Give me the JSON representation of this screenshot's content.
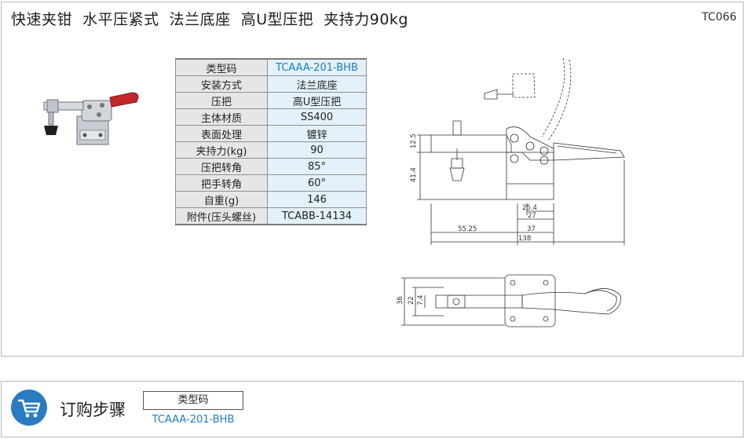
{
  "header": {
    "title": "快速夹钳  水平压紧式  法兰底座  高U型压把  夹持力90kg",
    "code": "TC066"
  },
  "spec_table": [
    {
      "key": "类型码",
      "value": "TCAAA-201-BHB"
    },
    {
      "key": "安装方式",
      "value": "法兰底座"
    },
    {
      "key": "压把",
      "value": "高U型压把"
    },
    {
      "key": "主体材质",
      "value": "SS400"
    },
    {
      "key": "表面处理",
      "value": "镀锌"
    },
    {
      "key": "夹持力(kg)",
      "value": "90"
    },
    {
      "key": "压把转角",
      "value": "85°"
    },
    {
      "key": "把手转角",
      "value": "60°"
    },
    {
      "key": "自重(g)",
      "value": "146"
    },
    {
      "key": "附件(压头螺丝)",
      "value": "TCABB-14134"
    }
  ],
  "drawing": {
    "dims": {
      "d12_5": "12.5",
      "d41_4": "41.4",
      "d25_4": "25.4",
      "d27": "27",
      "d55_25": "55.25",
      "d37": "37",
      "d138": "138",
      "d36": "36",
      "d22": "22",
      "d7_4": "7.4"
    }
  },
  "order": {
    "title": "订购步骤",
    "box_label": "类型码",
    "code": "TCAAA-201-BHB",
    "icon": "shopping-cart-icon"
  },
  "colors": {
    "accent": "#2a7cc1",
    "link": "#1a7fc4",
    "handle": "#c0282d"
  }
}
